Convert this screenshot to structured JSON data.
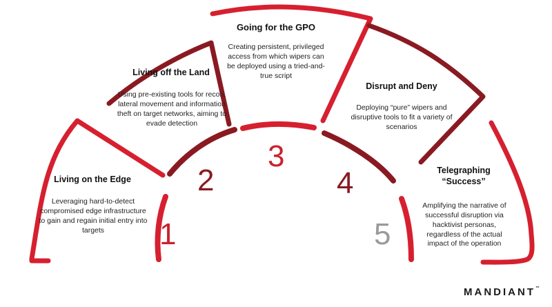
{
  "colors": {
    "red": "#d6202f",
    "dark_red": "#8a1a22",
    "number_red": "#c8222e",
    "number_grey": "#9a9a9a"
  },
  "steps": [
    {
      "number": "1",
      "title": "Living on the Edge",
      "description": "Leveraging hard-to-detect compromised edge infrastructure to gain and regain initial entry into targets"
    },
    {
      "number": "2",
      "title": "Living off the Land",
      "description": "Using pre-existing tools for recon, lateral movement and information theft on target networks, aiming to evade detection"
    },
    {
      "number": "3",
      "title": "Going for the GPO",
      "description": "Creating persistent, privileged access from which wipers can be deployed using a tried-and-true script"
    },
    {
      "number": "4",
      "title": "Disrupt and Deny",
      "description": "Deploying “pure” wipers and disruptive tools to fit a variety of scenarios"
    },
    {
      "number": "5",
      "title": "Telegraphing “Success”",
      "description": "Amplifying the narrative of successful disruption via hacktivist personas, regardless of the actual impact of the operation"
    }
  ],
  "logo": {
    "text": "MANDIANT",
    "mark": "™"
  }
}
